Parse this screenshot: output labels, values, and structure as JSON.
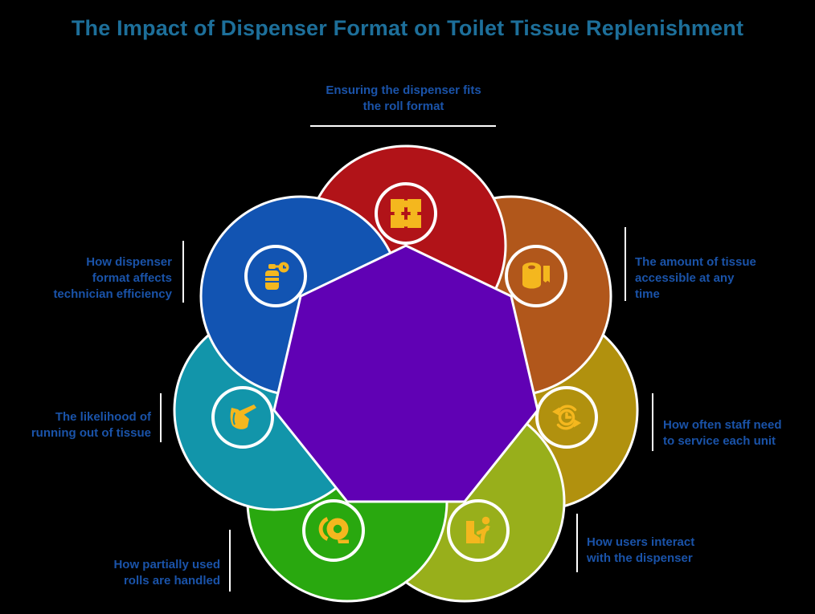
{
  "title": {
    "text": "The Impact of Dispenser Format on Toilet Tissue Replenishment"
  },
  "colors": {
    "background": "#000000",
    "title_text": "#1d6f9a",
    "label_text": "#1a53a9",
    "connector": "#ffffff",
    "outline": "#ffffff",
    "center_polygon": "#6001b4",
    "icon": "#f4b71e"
  },
  "center": {
    "shape": "heptagon"
  },
  "petals": [
    {
      "name": "dispenser-fit",
      "color": "#b11318",
      "icon": "puzzle-icon",
      "lines": [
        "Ensuring the dispenser fits",
        "the roll format"
      ]
    },
    {
      "name": "tissue-amount",
      "color": "#b1571b",
      "icon": "toilet-roll-icon",
      "lines": [
        "The amount of tissue",
        "accessible at any",
        "time"
      ]
    },
    {
      "name": "service-frequency",
      "color": "#b1910e",
      "icon": "service-cycle-icon",
      "lines": [
        "How often staff need",
        "to service each unit"
      ]
    },
    {
      "name": "user-interaction",
      "color": "#98af1b",
      "icon": "user-interaction-icon",
      "lines": [
        "How users interact",
        "with the dispenser"
      ]
    },
    {
      "name": "partial-rolls",
      "color": "#29a80f",
      "icon": "partial-roll-icon",
      "lines": [
        "How partially used",
        "rolls are handled"
      ]
    },
    {
      "name": "runout-likelihood",
      "color": "#1295aa",
      "icon": "tissue-grab-icon",
      "lines": [
        "The likelihood of",
        "running out of tissue"
      ]
    },
    {
      "name": "technician-efficiency",
      "color": "#1254b2",
      "icon": "technician-timer-icon",
      "lines": [
        "How dispenser",
        "format affects",
        "technician efficiency"
      ]
    }
  ]
}
